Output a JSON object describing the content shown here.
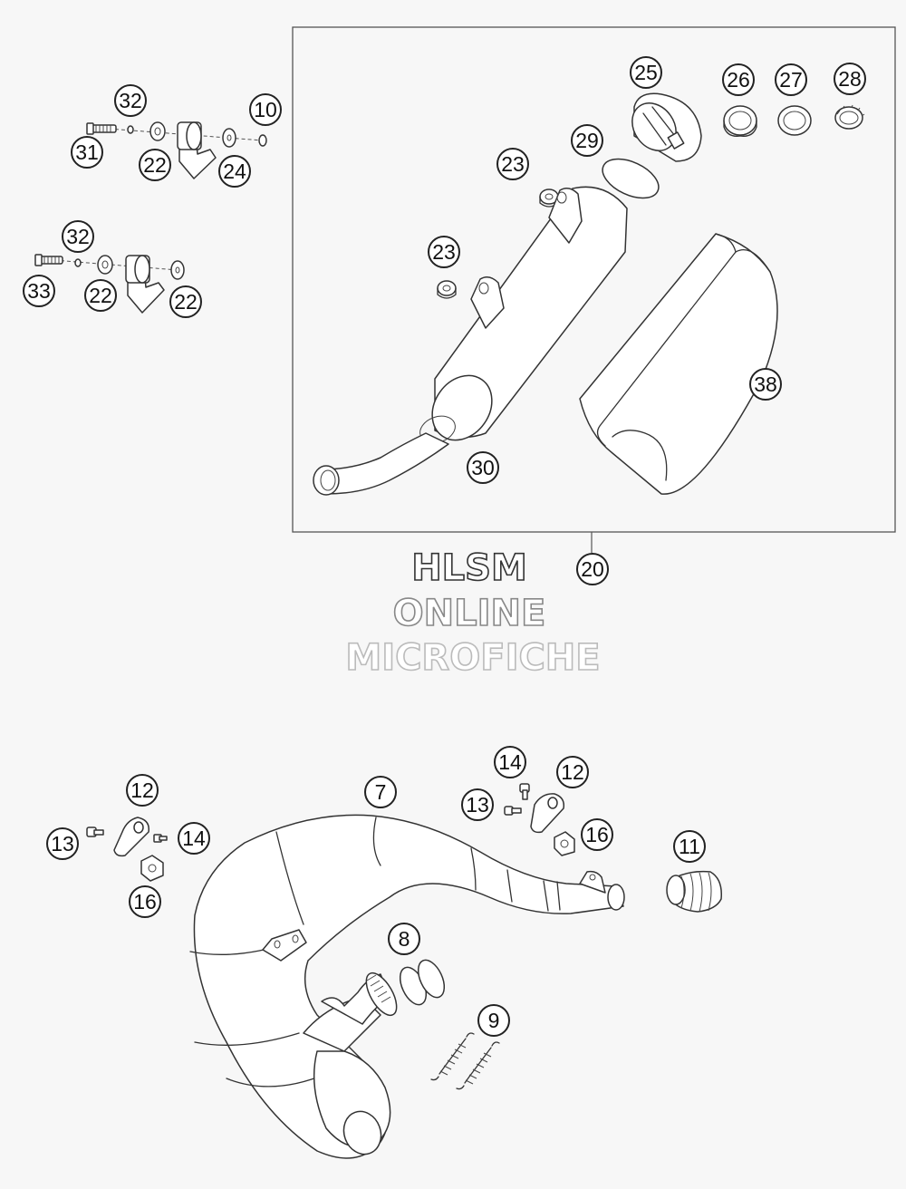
{
  "watermark": {
    "line1": "HLSM",
    "line2": "ONLINE",
    "line3": "MICROFICHE"
  },
  "callouts": [
    {
      "id": "c32a",
      "label": "32"
    },
    {
      "id": "c10",
      "label": "10"
    },
    {
      "id": "c31",
      "label": "31"
    },
    {
      "id": "c22a",
      "label": "22"
    },
    {
      "id": "c24",
      "label": "24"
    },
    {
      "id": "c32b",
      "label": "32"
    },
    {
      "id": "c33",
      "label": "33"
    },
    {
      "id": "c22b",
      "label": "22"
    },
    {
      "id": "c22c",
      "label": "22"
    },
    {
      "id": "c25",
      "label": "25"
    },
    {
      "id": "c26",
      "label": "26"
    },
    {
      "id": "c27",
      "label": "27"
    },
    {
      "id": "c28",
      "label": "28"
    },
    {
      "id": "c29",
      "label": "29"
    },
    {
      "id": "c23a",
      "label": "23"
    },
    {
      "id": "c23b",
      "label": "23"
    },
    {
      "id": "c38",
      "label": "38"
    },
    {
      "id": "c30",
      "label": "30"
    },
    {
      "id": "c20",
      "label": "20"
    },
    {
      "id": "c7",
      "label": "7"
    },
    {
      "id": "c14a",
      "label": "14"
    },
    {
      "id": "c12a",
      "label": "12"
    },
    {
      "id": "c13a",
      "label": "13"
    },
    {
      "id": "c16a",
      "label": "16"
    },
    {
      "id": "c12b",
      "label": "12"
    },
    {
      "id": "c13b",
      "label": "13"
    },
    {
      "id": "c14b",
      "label": "14"
    },
    {
      "id": "c16b",
      "label": "16"
    },
    {
      "id": "c11",
      "label": "11"
    },
    {
      "id": "c8",
      "label": "8"
    },
    {
      "id": "c9",
      "label": "9"
    }
  ]
}
